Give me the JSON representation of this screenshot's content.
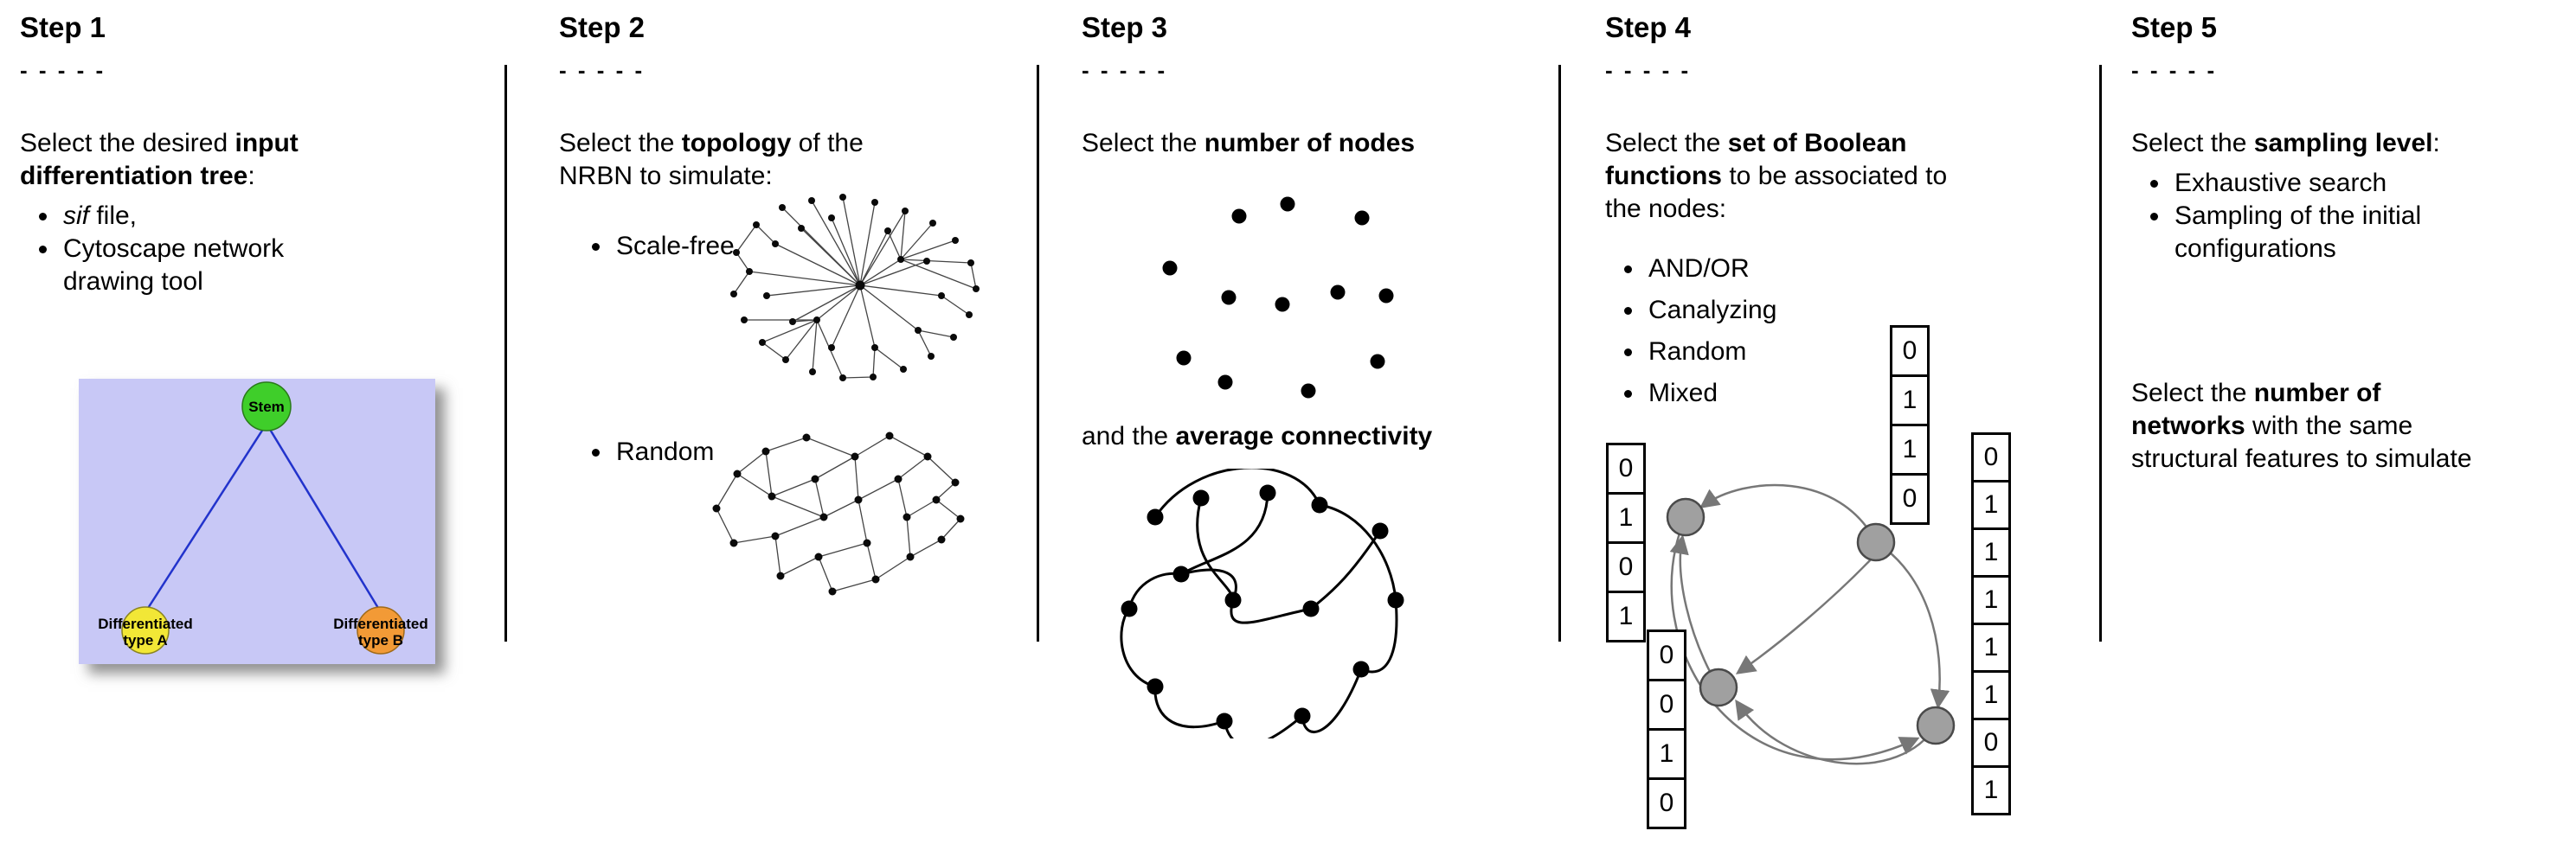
{
  "figure": {
    "background": "#ffffff",
    "divider_color": "#000000"
  },
  "steps": {
    "s1": {
      "title": "Step 1",
      "dashes": "- - - - -",
      "intro": {
        "l1_pre": "Select the desired ",
        "l1_bold": "input",
        "l2_bold": "differentiation tree",
        "l2_post": ":"
      },
      "bullet1_italic": "sif",
      "bullet1_rest": " file,",
      "bullet2": "Cytoscape network drawing tool",
      "tree": {
        "stem_label": "Stem",
        "type_a_line1": "Differentiated",
        "type_a_line2": "type A",
        "type_b_line1": "Differentiated",
        "type_b_line2": "type B",
        "bg_color": "#c8c8f6",
        "stem_color": "#3fce2a",
        "type_a_color": "#f2e736",
        "type_b_color": "#f29a36",
        "edge_color": "#2233cc"
      }
    },
    "s2": {
      "title": "Step 2",
      "dashes": "- - - - -",
      "intro": {
        "l1_pre": "Select the ",
        "l1_bold": "topology",
        "l1_post": " of the",
        "l2": "NRBN to simulate:"
      },
      "bullet1": "Scale-free",
      "bullet2": "Random"
    },
    "s3": {
      "title": "Step 3",
      "dashes": "- - - - -",
      "intro1": {
        "pre": "Select the ",
        "bold": "number of nodes"
      },
      "intro2": {
        "pre": "and the ",
        "bold": "average connectivity"
      }
    },
    "s4": {
      "title": "Step 4",
      "dashes": "- - - - -",
      "intro": {
        "l1_pre": "Select the ",
        "l1_bold": "set of Boolean",
        "l2_bold": "functions",
        "l2_post": " to be associated to",
        "l3": "the nodes:"
      },
      "bullets": [
        "AND/OR",
        "Canalyzing",
        "Random",
        "Mixed"
      ],
      "truth_tables": {
        "left": [
          "0",
          "1",
          "0",
          "1"
        ],
        "top": [
          "0",
          "1",
          "1",
          "0"
        ],
        "bottom_left": [
          "0",
          "0",
          "1",
          "0"
        ],
        "right": [
          "0",
          "1",
          "1",
          "1",
          "1",
          "1",
          "0",
          "1"
        ]
      }
    },
    "s5": {
      "title": "Step 5",
      "dashes": "- - - - -",
      "intro": {
        "pre": "Select the ",
        "bold": "sampling level",
        "post": ":"
      },
      "bullet1": "Exhaustive search",
      "bullet2": "Sampling of the initial configurations",
      "para2": {
        "l1_pre": "Select the ",
        "l1_bold": "number of",
        "l2_bold": "networks",
        "l2_post": " with the same",
        "l3": "structural features to simulate"
      }
    }
  }
}
